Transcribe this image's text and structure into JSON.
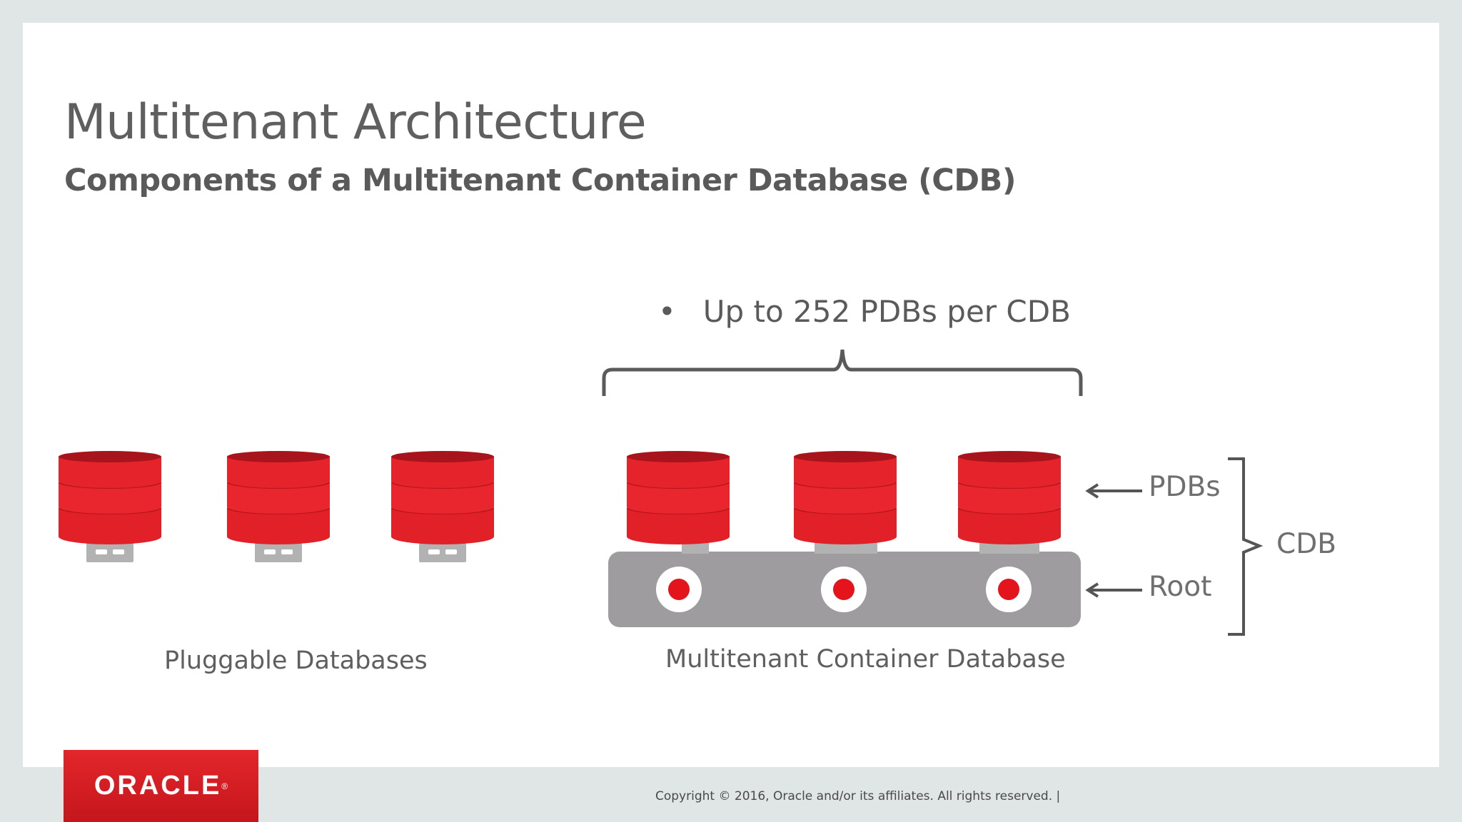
{
  "slide": {
    "title": "Multitenant Architecture",
    "subtitle": "Components of a Multitenant Container Database (CDB)",
    "bullet": "Up to 252 PDBs per CDB",
    "bullet_marker": "•"
  },
  "diagram": {
    "pluggable_caption": "Pluggable Databases",
    "container_caption": "Multitenant Container Database",
    "labels": {
      "pdbs": "PDBs",
      "root": "Root",
      "cdb": "CDB"
    },
    "pluggable_count": 3,
    "container_pdb_count": 3,
    "colors": {
      "db_red": "#e4232b",
      "db_top": "#a8141b",
      "root_gray": "#9e9c9e",
      "connector_gray": "#b2b2b2",
      "text_gray": "#5f5f5f"
    }
  },
  "footer": {
    "logo_text": "ORACLE",
    "logo_mark": "®",
    "copyright": "Copyright © 2016, Oracle and/or its affiliates. All rights reserved.  |"
  }
}
